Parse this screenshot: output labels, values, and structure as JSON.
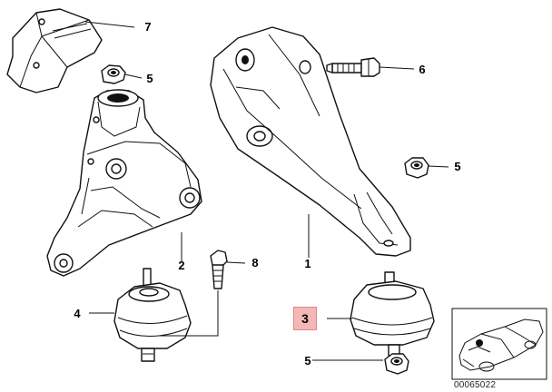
{
  "diagram": {
    "callouts": [
      {
        "id": "c7",
        "label": "7"
      },
      {
        "id": "c5a",
        "label": "5"
      },
      {
        "id": "c6",
        "label": "6"
      },
      {
        "id": "c5b",
        "label": "5"
      },
      {
        "id": "c2",
        "label": "2"
      },
      {
        "id": "c8",
        "label": "8"
      },
      {
        "id": "c1",
        "label": "1"
      },
      {
        "id": "c4",
        "label": "4"
      },
      {
        "id": "c3",
        "label": "3",
        "highlighted": true,
        "highlight_color": "#f4b7b7"
      },
      {
        "id": "c5c",
        "label": "5"
      }
    ],
    "reference_code": "00065022"
  }
}
